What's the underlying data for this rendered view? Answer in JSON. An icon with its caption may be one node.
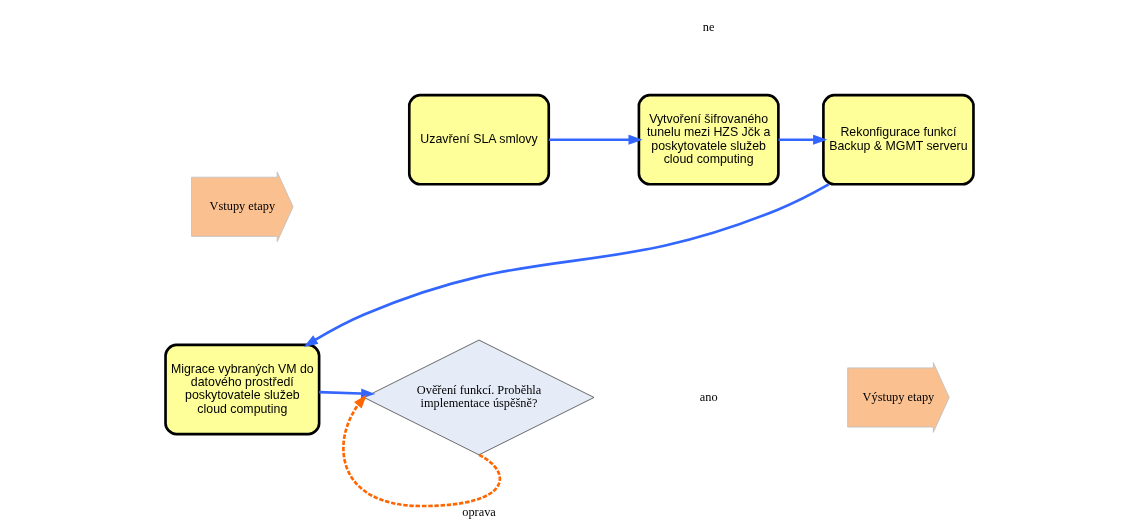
{
  "diagram": {
    "nodes": [
      {
        "text": [
          "Vstupy etapy"
        ]
      },
      {
        "text": [
          "Uzavření SLA smlovy"
        ]
      },
      {
        "text": [
          "Vytvoření šifrovaného tunelu mezi HZS Jčk a poskytovatele služeb cloud computing"
        ]
      },
      {
        "text": [
          "Rekonfigurace funkcí Backup & MGMT serveru"
        ]
      },
      {
        "text": [
          "Migrace vybraných VM do datového prostředí poskytovatele služeb cloud computing"
        ]
      },
      {
        "text": [
          "Ověření funkcí. Proběhla implementace úspěšně?"
        ]
      },
      {
        "text": [
          "Výstupy etapy"
        ]
      }
    ],
    "edges": [
      {
        "from": 1,
        "to": 2,
        "arrow": "to"
      },
      {
        "from": 2,
        "to": 3,
        "arrow": "to"
      },
      {
        "from": 3,
        "to": 4,
        "arrow": "to"
      },
      {
        "from": 4,
        "to": 5,
        "arrow": "to"
      },
      {
        "from": 5,
        "to": 5,
        "arrow": "to",
        "label": "oprava",
        "style": "dashed",
        "color": "#ff6600"
      }
    ],
    "labels": [
      "ano",
      "ne"
    ]
  }
}
